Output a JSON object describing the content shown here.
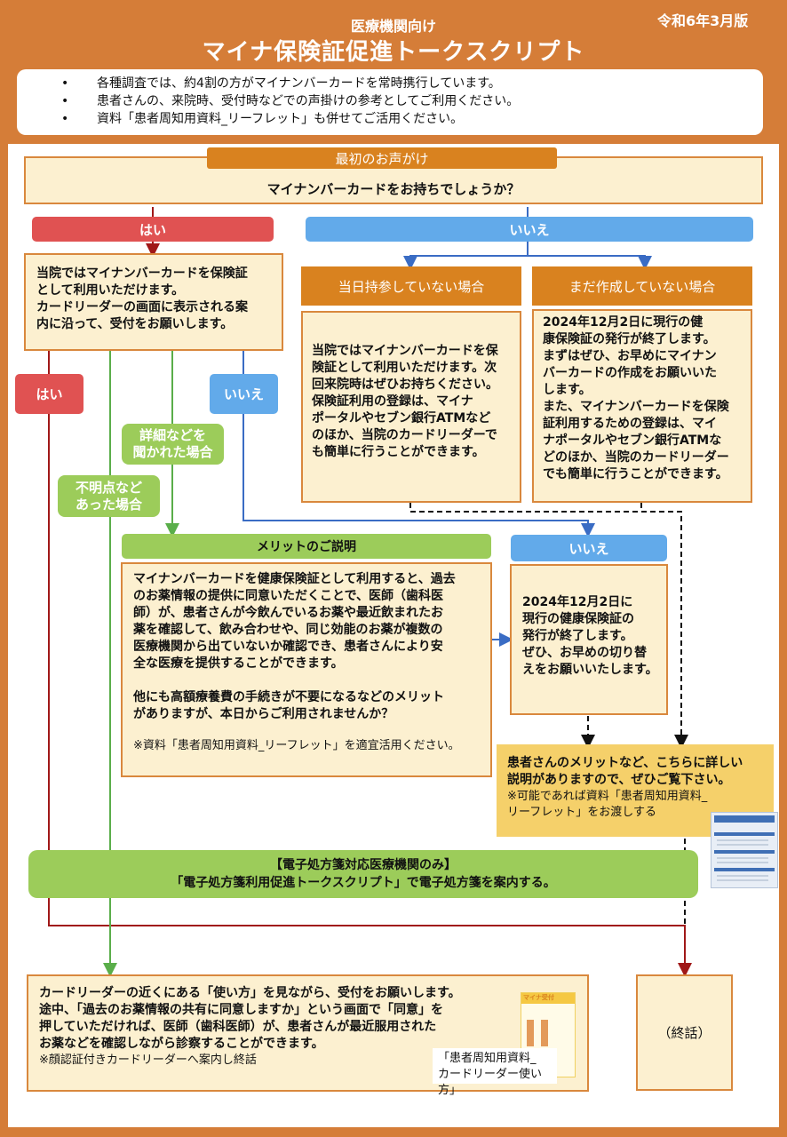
{
  "header": {
    "version": "令和6年3月版",
    "subtitle": "医療機関向け",
    "title": "マイナ保険証促進トークスクリプト"
  },
  "notes": [
    "各種調査では、約4割の方がマイナンバーカードを常時携行しています。",
    "患者さんの、来院時、受付時などでの声掛けの参考としてご利用ください。",
    "資料「患者周知用資料_リーフレット」も併せてご活用ください。"
  ],
  "first": {
    "label": "最初のお声がけ",
    "question": "マイナンバーカードをお持ちでしょうか？"
  },
  "branch": {
    "yes": "はい",
    "no": "いいえ"
  },
  "yes_box": {
    "lines": [
      "当院ではマイナンバーカードを保険証",
      "として利用いただけます。",
      "カードリーダーの画面に表示される案",
      "内に沿って、受付をお願いします。"
    ]
  },
  "no_left": {
    "header": "当日持参していない場合",
    "lines": [
      "当院ではマイナンバーカードを保",
      "険証として利用いただけます。次",
      "回来院時はぜひお持ちください。",
      "保険証利用の登録は、マイナ",
      "ポータルやセブン銀行ATMなど",
      "のほか、当院のカードリーダーで",
      "も簡単に行うことができます。"
    ]
  },
  "no_right": {
    "header": "まだ作成していない場合",
    "lines": [
      "2024年12月2日に現行の健",
      "康保険証の発行が終了します。",
      "まずはぜひ、お早めにマイナン",
      "バーカードの作成をお願いいた",
      "します。",
      "また、マイナンバーカードを保険",
      "証利用するための登録は、マイ",
      "ナポータルやセブン銀行ATMな",
      "どのほか、当院のカードリーダー",
      "でも簡単に行うことができます。"
    ]
  },
  "sub_branch": {
    "yes": "はい",
    "no": "いいえ",
    "details": [
      "詳細などを",
      "聞かれた場合"
    ],
    "unclear": [
      "不明点など",
      "あった場合"
    ]
  },
  "merit": {
    "header": "メリットのご説明",
    "lines": [
      "マイナンバーカードを健康保険証として利用すると、過去",
      "のお薬情報の提供に同意いただくことで、医師（歯科医",
      "師）が、患者さんが今飲んでいるお薬や最近飲まれたお",
      "薬を確認して、飲み合わせや、同じ効能のお薬が複数の",
      "医療機関から出ていないか確認でき、患者さんにより安",
      "全な医療を提供することができます。"
    ],
    "lines2": [
      "他にも高額療養費の手続きが不要になるなどのメリット",
      "がありますが、本日からご利用されませんか？"
    ],
    "note": "※資料「患者周知用資料_リーフレット」を適宜活用ください。"
  },
  "merit_no": {
    "label": "いいえ",
    "lines": [
      "2024年12月2日に",
      "現行の健康保険証の",
      "発行が終了します。",
      "ぜひ、お早めの切り替",
      "えをお願いいたします。"
    ]
  },
  "detail_box": {
    "lines": [
      "患者さんのメリットなど、こちらに詳しい",
      "説明がありますので、ぜひご覧下さい。"
    ],
    "note": [
      "※可能であれば資料「患者周知用資料_",
      "リーフレット」をお渡しする"
    ]
  },
  "eprescription": {
    "line1": "【電子処方箋対応医療機関のみ】",
    "line2": "「電子処方箋利用促進トークスクリプト」で電子処方箋を案内する。"
  },
  "reader_box": {
    "lines": [
      "カードリーダーの近くにある「使い方」を見ながら、受付をお願いします。",
      "途中、「過去のお薬情報の共有に同意しますか」という画面で「同意」を",
      "押していただければ、医師（歯科医師）が、患者さんが最近服用された",
      "お薬などを確認しながら診察することができます。"
    ],
    "note": "※顔認証付きカードリーダーへ案内し終話",
    "caption": [
      "「患者周知用資料_",
      "カードリーダー使い方」"
    ],
    "thumb_title": "マイナ受付"
  },
  "end": {
    "label": "（終話）"
  },
  "colors": {
    "orange": "#d57d38",
    "red": "#e05252",
    "blue": "#62aaea",
    "green": "#9ccc5a",
    "cream": "#fcf0d0",
    "yellow": "#f5d06a"
  }
}
